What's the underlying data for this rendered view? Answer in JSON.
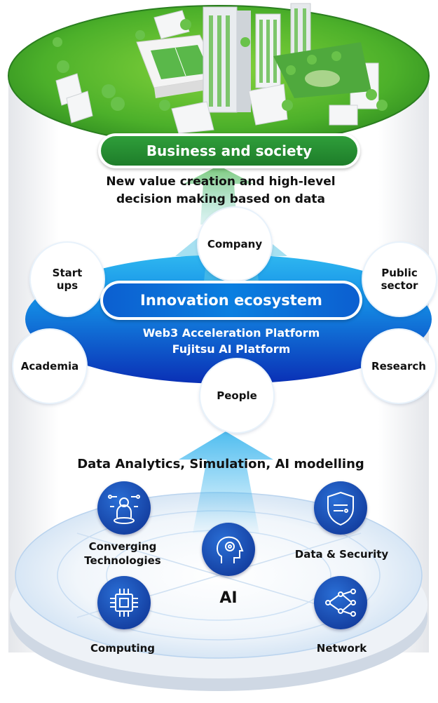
{
  "top": {
    "title": "Business and society",
    "subtitle_line1": "New value creation and high-level",
    "subtitle_line2": "decision making based on data"
  },
  "ecosystem": {
    "title": "Innovation ecosystem",
    "platform_line1": "Web3 Acceleration Platform",
    "platform_line2": "Fujitsu AI Platform"
  },
  "nodes": {
    "company": "Company",
    "startups_line1": "Start",
    "startups_line2": "ups",
    "public_line1": "Public",
    "public_line2": "sector",
    "academia": "Academia",
    "research": "Research",
    "people": "People"
  },
  "base": {
    "heading": "Data Analytics, Simulation, AI modelling",
    "converging_line1": "Converging",
    "converging_line2": "Technologies",
    "data_security": "Data & Security",
    "ai": "AI",
    "computing": "Computing",
    "network": "Network"
  },
  "icons": [
    "city-illustration-icon",
    "converging-technologies-icon",
    "data-security-shield-icon",
    "ai-head-icon",
    "computing-chip-icon",
    "network-nodes-icon"
  ],
  "colors": {
    "green": "#2f9e3a",
    "blue": "#0a5fd0",
    "navy": "#0d2f8f"
  }
}
